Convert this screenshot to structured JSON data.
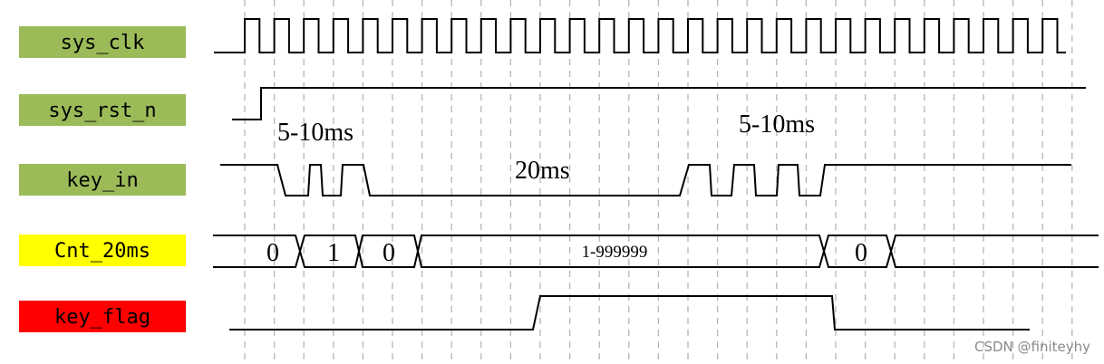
{
  "signals": [
    {
      "id": "sys_clk",
      "label": "sys_clk",
      "color": "#9bbb59"
    },
    {
      "id": "sys_rst_n",
      "label": "sys_rst_n",
      "color": "#9bbb59"
    },
    {
      "id": "key_in",
      "label": "key_in",
      "color": "#9bbb59"
    },
    {
      "id": "cnt_20ms",
      "label": "Cnt_20ms",
      "color": "#ffff00"
    },
    {
      "id": "key_flag",
      "label": "key_flag",
      "color": "#ff0000"
    }
  ],
  "annotations": {
    "bounce_1": "5-10ms",
    "bounce_2": "5-10ms",
    "stable": "20ms"
  },
  "cnt_values": {
    "v0": "0",
    "v1": "1",
    "v2": "0",
    "range": "1-999999",
    "v3": "0"
  },
  "watermark": "CSDN @finiteyhy"
}
